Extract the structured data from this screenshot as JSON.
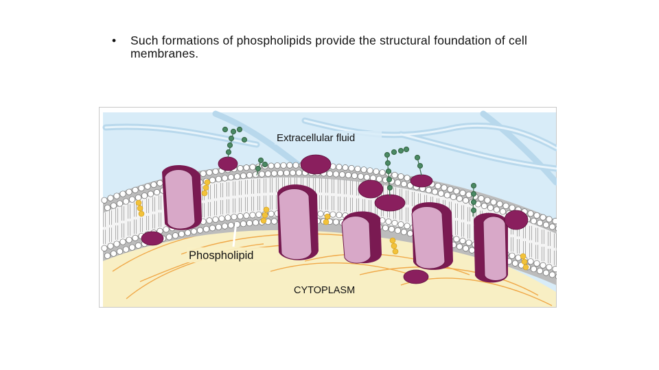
{
  "slide": {
    "bullet_symbol": "•",
    "bullet_text": "Such formations of phospholipids provide the structural foundation of cell membranes."
  },
  "figure": {
    "labels": {
      "extracellular": "Extracellular fluid",
      "phospholipid": "Phospholipid",
      "cytoplasm": "CYTOPLASM"
    },
    "colors": {
      "extracellular_bg": "#d8ecf8",
      "cytoplasm_bg": "#f8efc4",
      "protein_light": "#d8a8c8",
      "protein_dark": "#7a1a52",
      "head": "#ffffff",
      "glycan": "#4a8a64",
      "cholesterol": "#f2c23a",
      "filament": "#f0a848"
    }
  }
}
